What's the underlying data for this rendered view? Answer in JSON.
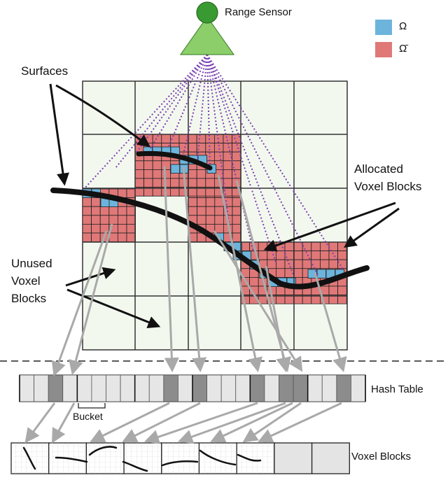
{
  "labels": {
    "sensor": "Range Sensor",
    "legend_omega": "Ω",
    "legend_omega_bar": "Ω̄",
    "surfaces": "Surfaces",
    "allocated_line1": "Allocated",
    "allocated_line2": "Voxel Blocks",
    "unused_line1": "Unused",
    "unused_line2": "Voxel",
    "unused_line3": "Blocks",
    "hash_table": "Hash Table",
    "bucket": "Bucket",
    "voxel_blocks": "Voxel Blocks"
  },
  "colors": {
    "omega": "#6cb4dc",
    "omega_bar": "#e07878",
    "block_bg": "#f3f8ef",
    "sensor_green": "#8ccf6a",
    "ray_purple": "#7b3fb0",
    "arrow_gray": "#a9a9a9",
    "hash_dark": "#8c8c8c",
    "hash_light": "#e6e6e6"
  }
}
